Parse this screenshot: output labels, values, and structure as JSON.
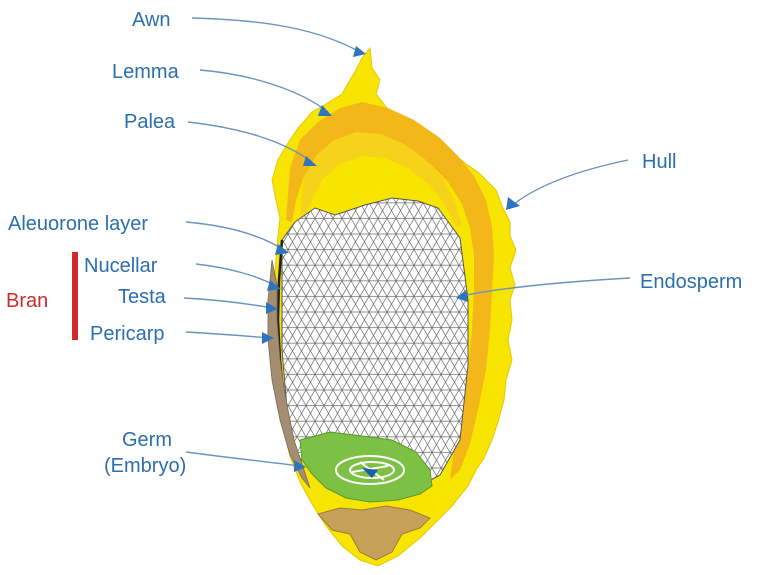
{
  "labels": {
    "awn": "Awn",
    "lemma": "Lemma",
    "palea": "Palea",
    "hull": "Hull",
    "aleurone": "Aleuorone layer",
    "nucellar": "Nucellar",
    "testa": "Testa",
    "pericarp": "Pericarp",
    "endosperm": "Endosperm",
    "germ_line1": "Germ",
    "germ_line2": "(Embryo)",
    "bran": "Bran"
  },
  "colors": {
    "label_text": "#2b6fae",
    "bran_text": "#d12a2a",
    "bran_bar": "#d12a2a",
    "hull_outer": "#f7e500",
    "hull_inner": "#f3b71a",
    "palea_inner": "#f6d21a",
    "endosperm_fill": "#ffffff",
    "endosperm_mesh": "#6b6b6b",
    "germ": "#7cc143",
    "base": "#c7a05a",
    "pericarp": "#a58d72"
  }
}
